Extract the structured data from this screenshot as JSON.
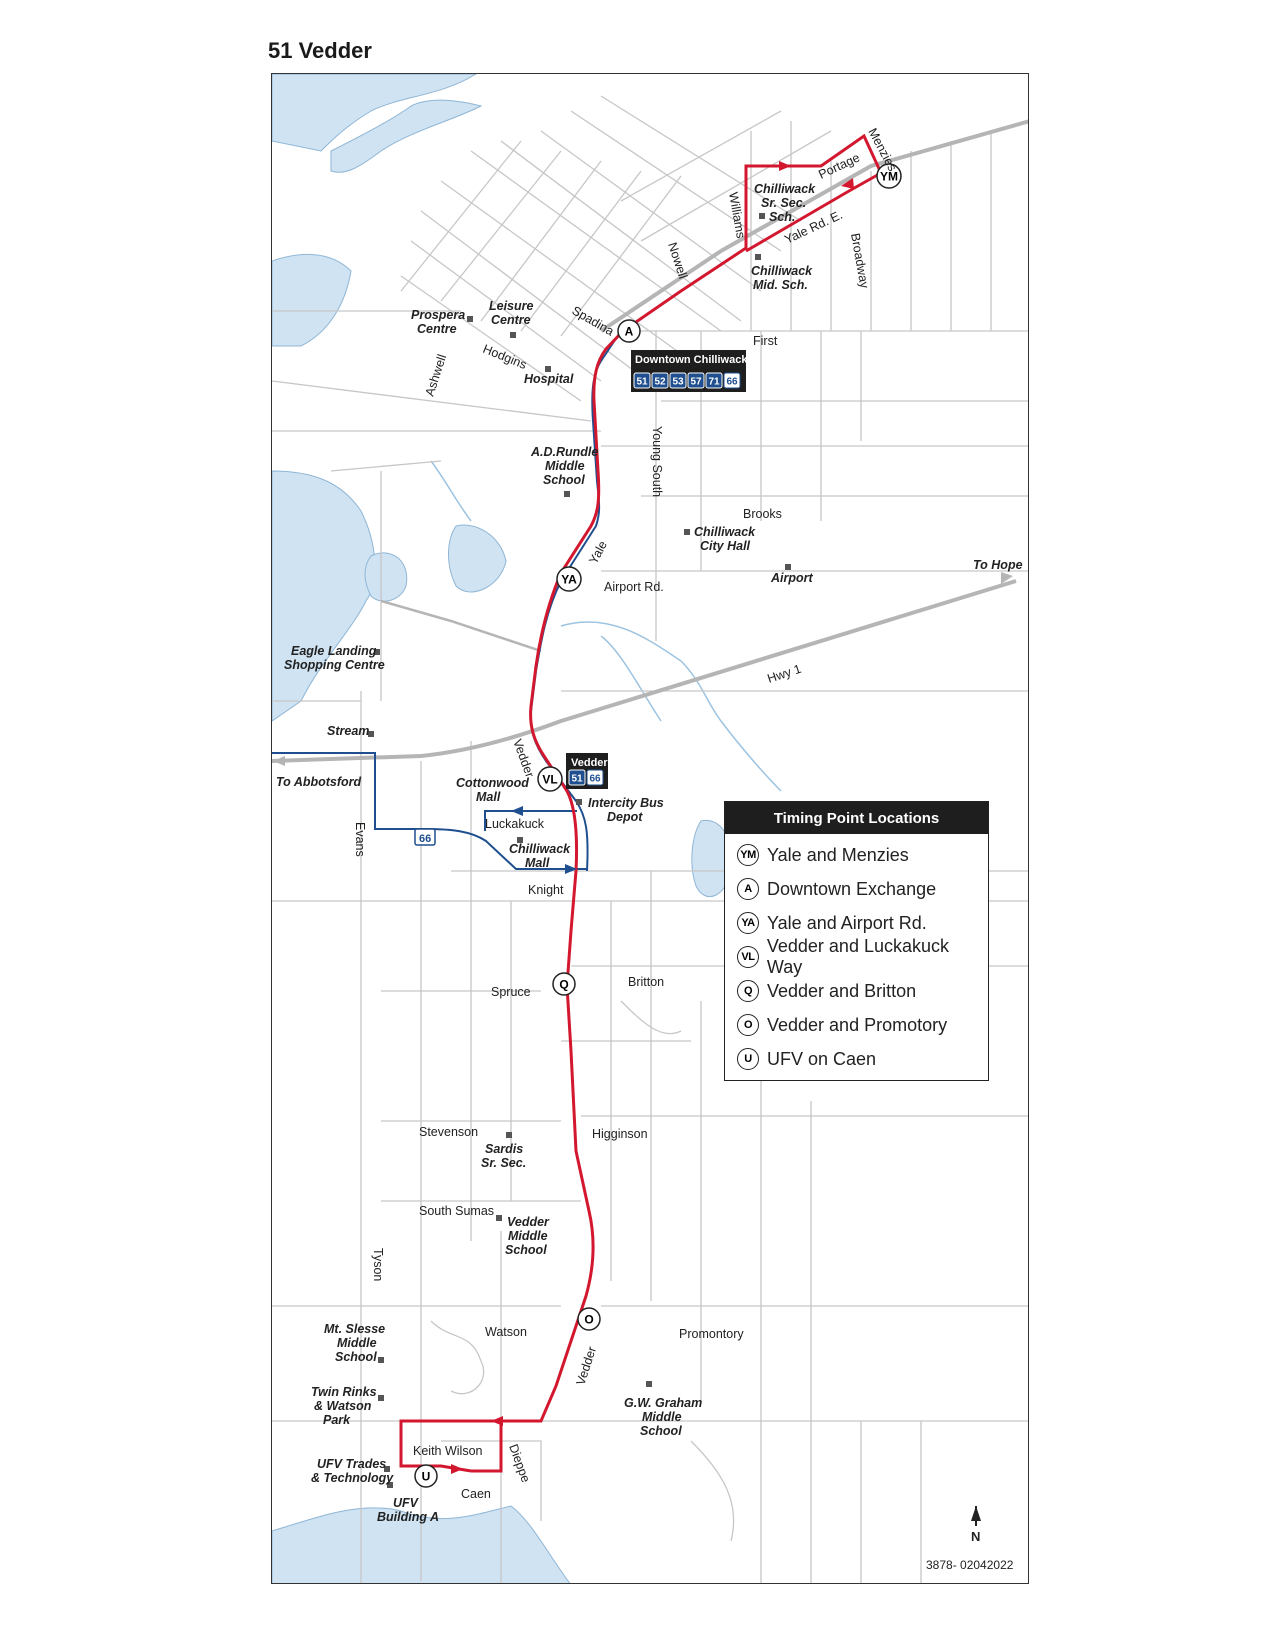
{
  "title": "51 Vedder",
  "colors": {
    "route_red": "#d2172e",
    "route_blue": "#1f4f8f",
    "water": "#cfe3f2",
    "streets": "#c7c7c7",
    "highway": "#b5b5b5"
  },
  "legend": {
    "heading": "Timing Point Locations",
    "items": [
      {
        "code": "YM",
        "label": "Yale and Menzies"
      },
      {
        "code": "A",
        "label": "Downtown Exchange"
      },
      {
        "code": "YA",
        "label": "Yale and Airport Rd."
      },
      {
        "code": "VL",
        "label": "Vedder and Luckakuck Way"
      },
      {
        "code": "Q",
        "label": "Vedder and Britton"
      },
      {
        "code": "O",
        "label": "Vedder and Promotory"
      },
      {
        "code": "U",
        "label": "UFV on Caen"
      }
    ]
  },
  "exchanges": {
    "downtown": {
      "title": "Downtown Chilliwack",
      "routes": [
        "51",
        "52",
        "53",
        "57",
        "71",
        "66"
      ]
    },
    "vedder": {
      "title": "Vedder",
      "routes": [
        "51",
        "66"
      ]
    }
  },
  "route_badge_66": "66",
  "timing_points": {
    "ym": "YM",
    "a": "A",
    "ya": "YA",
    "vl": "VL",
    "q": "Q",
    "o": "O",
    "u": "U"
  },
  "streets": {
    "menzies": "Menzies",
    "portage": "Portage",
    "yale_rd_e": "Yale Rd. E.",
    "williams": "Williams",
    "broadway": "Broadway",
    "nowell": "Nowell",
    "spadina": "Spadina",
    "first": "First",
    "hodgins": "Hodgins",
    "ashwell": "Ashwell",
    "young_south": "Young South",
    "brooks": "Brooks",
    "yale": "Yale",
    "airport_rd": "Airport Rd.",
    "hwy1": "Hwy 1",
    "vedder": "Vedder",
    "luckakuck": "Luckakuck",
    "knight": "Knight",
    "evans": "Evans",
    "spruce": "Spruce",
    "britton": "Britton",
    "stevenson": "Stevenson",
    "higginson": "Higginson",
    "south_sumas": "South Sumas",
    "tyson": "Tyson",
    "watson": "Watson",
    "promontory": "Promontory",
    "vedder_south": "Vedder",
    "keith_wilson": "Keith Wilson",
    "dieppe": "Dieppe",
    "caen": "Caen"
  },
  "directions": {
    "to_hope": "To Hope",
    "to_abbotsford": "To Abbotsford"
  },
  "landmarks": {
    "chilliwack_sr_sec_1": "Chilliwack",
    "chilliwack_sr_sec_2": "Sr. Sec.",
    "chilliwack_sr_sec_3": "Sch.",
    "chilliwack_mid_1": "Chilliwack",
    "chilliwack_mid_2": "Mid. Sch.",
    "prospera_1": "Prospera",
    "prospera_2": "Centre",
    "leisure_1": "Leisure",
    "leisure_2": "Centre",
    "hospital": "Hospital",
    "rundle_1": "A.D.Rundle",
    "rundle_2": "Middle",
    "rundle_3": "School",
    "city_hall_1": "Chilliwack",
    "city_hall_2": "City Hall",
    "airport": "Airport",
    "eagle_1": "Eagle Landing",
    "eagle_2": "Shopping Centre",
    "stream": "Stream",
    "cottonwood_1": "Cottonwood",
    "cottonwood_2": "Mall",
    "intercity_1": "Intercity Bus",
    "intercity_2": "Depot",
    "chilliwack_mall_1": "Chilliwack",
    "chilliwack_mall_2": "Mall",
    "sardis_1": "Sardis",
    "sardis_2": "Sr. Sec.",
    "vedder_ms_1": "Vedder",
    "vedder_ms_2": "Middle",
    "vedder_ms_3": "School",
    "slesse_1": "Mt. Slesse",
    "slesse_2": "Middle",
    "slesse_3": "School",
    "twin_1": "Twin Rinks",
    "twin_2": "& Watson",
    "twin_3": "Park",
    "graham_1": "G.W. Graham",
    "graham_2": "Middle",
    "graham_3": "School",
    "ufv_trades_1": "UFV Trades",
    "ufv_trades_2": "& Technology",
    "ufv_a_1": "UFV",
    "ufv_a_2": "Building A"
  },
  "north": "N",
  "map_code": "3878- 02042022"
}
